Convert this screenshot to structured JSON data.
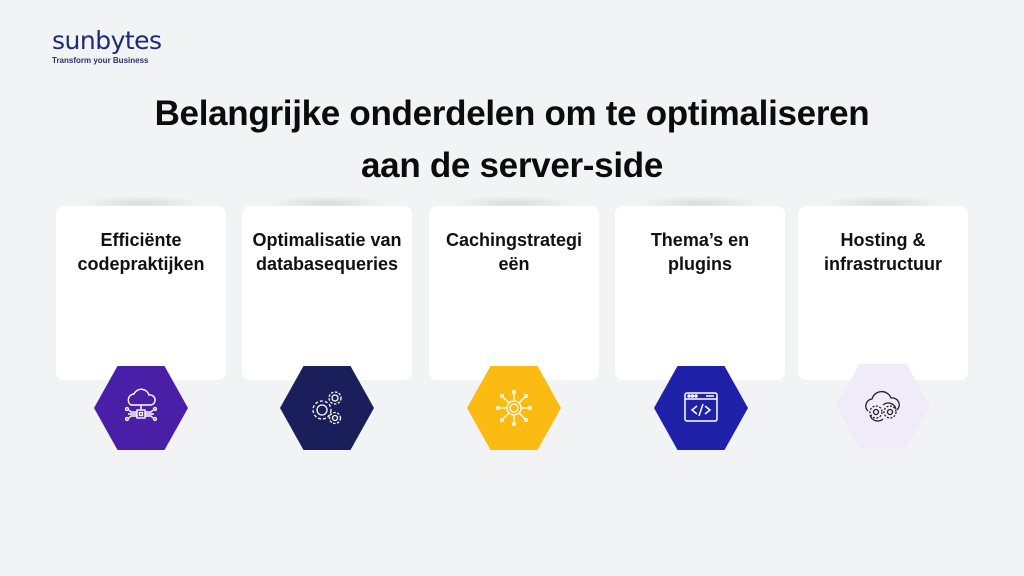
{
  "brand": {
    "name": "sunbytes",
    "tagline": "Transform your Business"
  },
  "heading": {
    "line1": "Belangrijke onderdelen om te optimaliseren",
    "line2": "aan de server-side"
  },
  "cards": [
    {
      "label": "Efficiënte codepraktijken",
      "icon": "cloud-circuit-icon",
      "color": "#4a1fa8"
    },
    {
      "label": "Optimalisatie van databasequeries",
      "icon": "gears-icon",
      "color": "#1a1f5c"
    },
    {
      "label": "Cachingstrategieën",
      "icon": "network-hub-icon",
      "color": "#fbbb13"
    },
    {
      "label": "Thema’s en plugins",
      "icon": "code-window-icon",
      "color": "#1f22a8"
    },
    {
      "label": "Hosting & infrastructuur",
      "icon": "cloud-gears-icon",
      "color": "#f0ebf8"
    }
  ]
}
